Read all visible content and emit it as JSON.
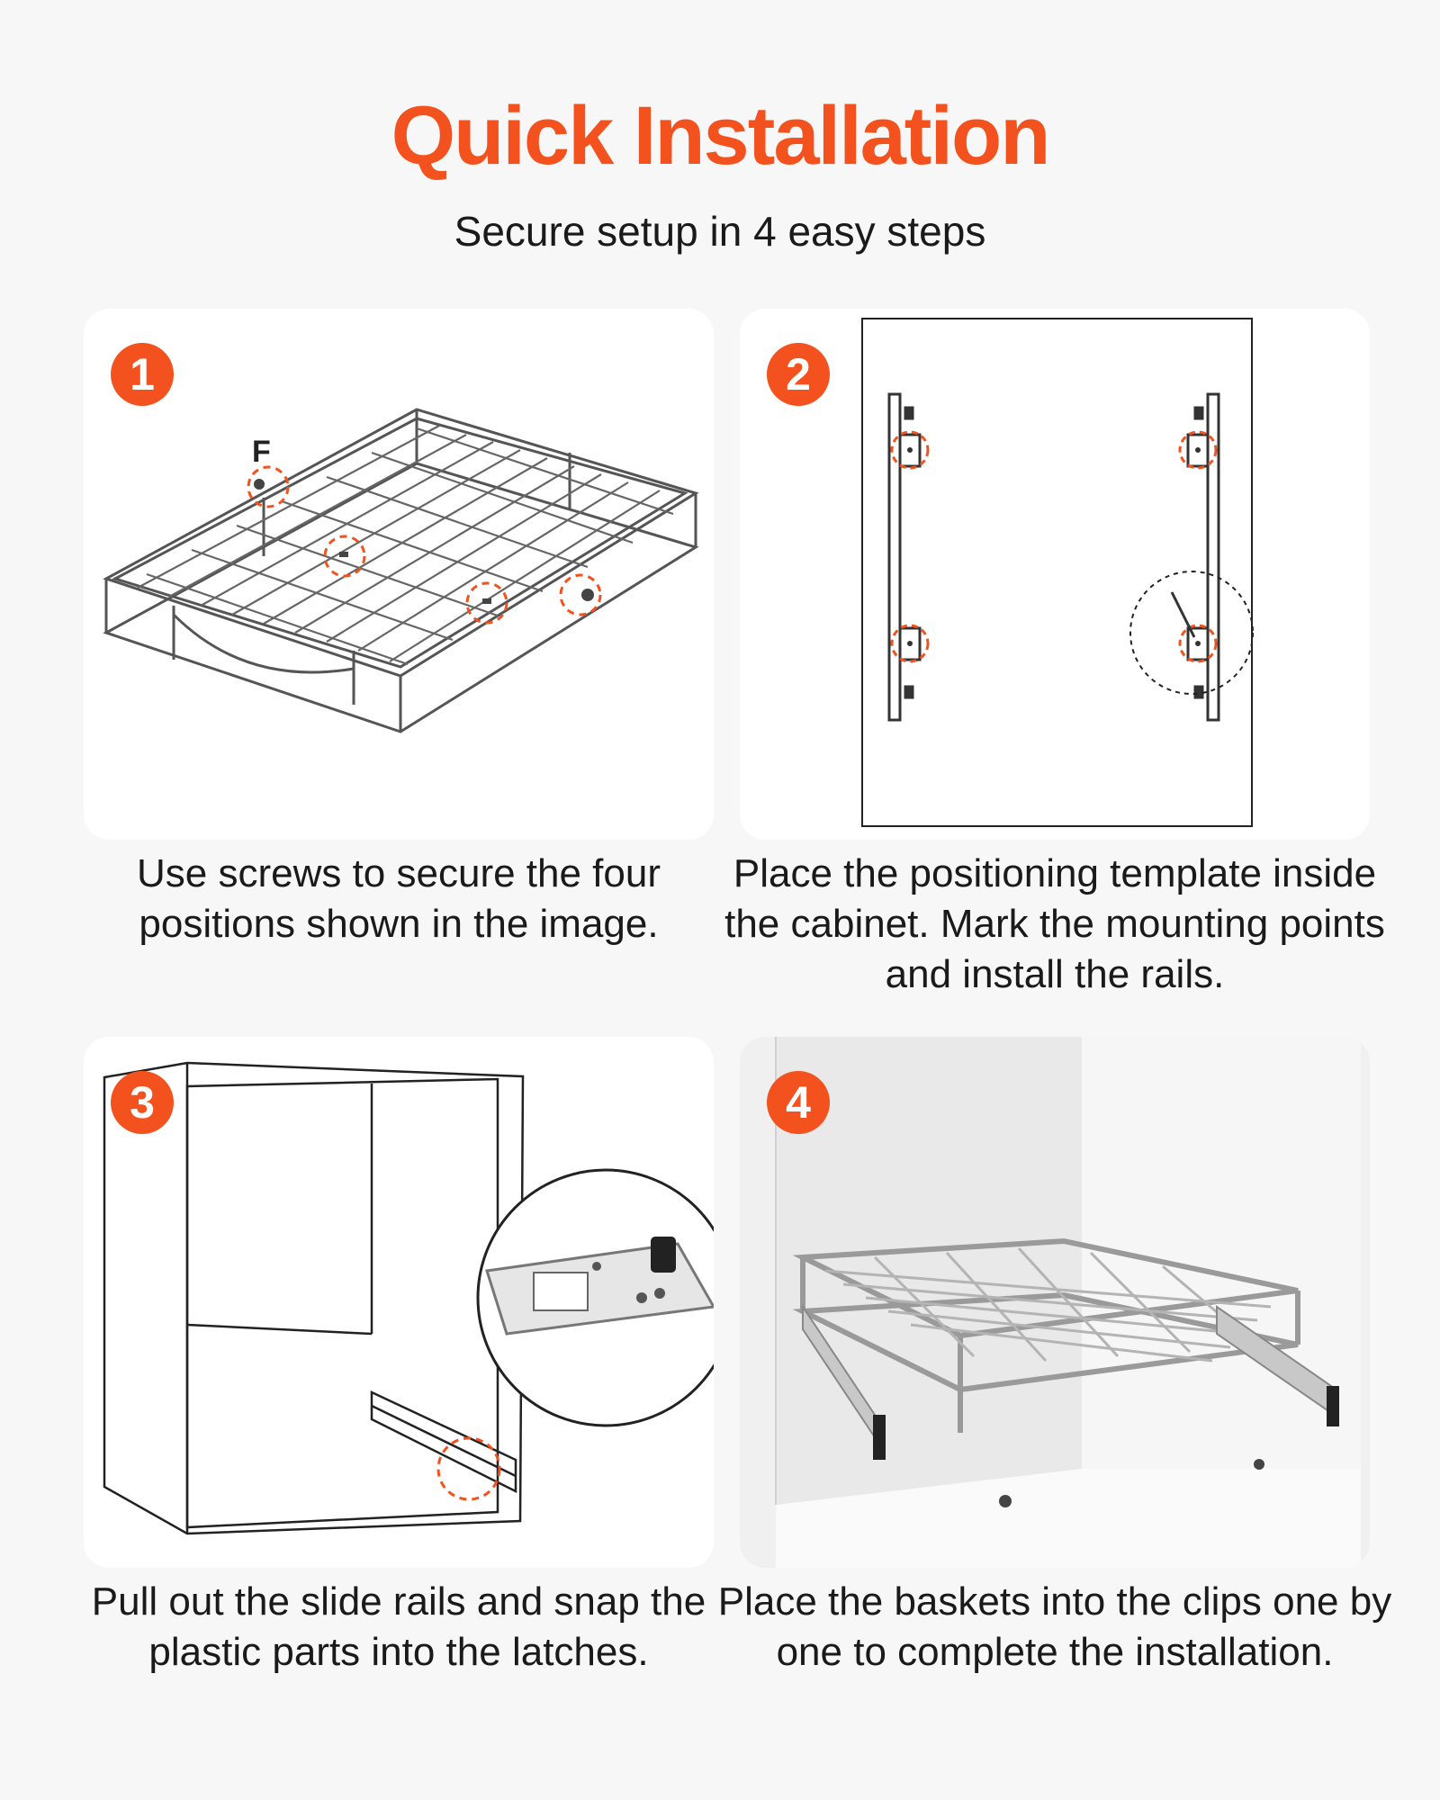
{
  "header": {
    "title": "Quick Installation",
    "subtitle": "Secure setup in 4 easy steps"
  },
  "colors": {
    "accent": "#f3521f",
    "card_bg": "#ffffff",
    "page_bg": "#f7f7f7"
  },
  "steps": [
    {
      "number": "1",
      "caption": "Use screws to secure the four positions shown in the image.",
      "label_f": "F"
    },
    {
      "number": "2",
      "caption": "Place the positioning template inside the cabinet. Mark the mounting points and install the rails."
    },
    {
      "number": "3",
      "caption": "Pull out the slide rails and snap the plastic parts into the latches."
    },
    {
      "number": "4",
      "caption": "Place the baskets into the clips one by one to complete the installation."
    }
  ]
}
